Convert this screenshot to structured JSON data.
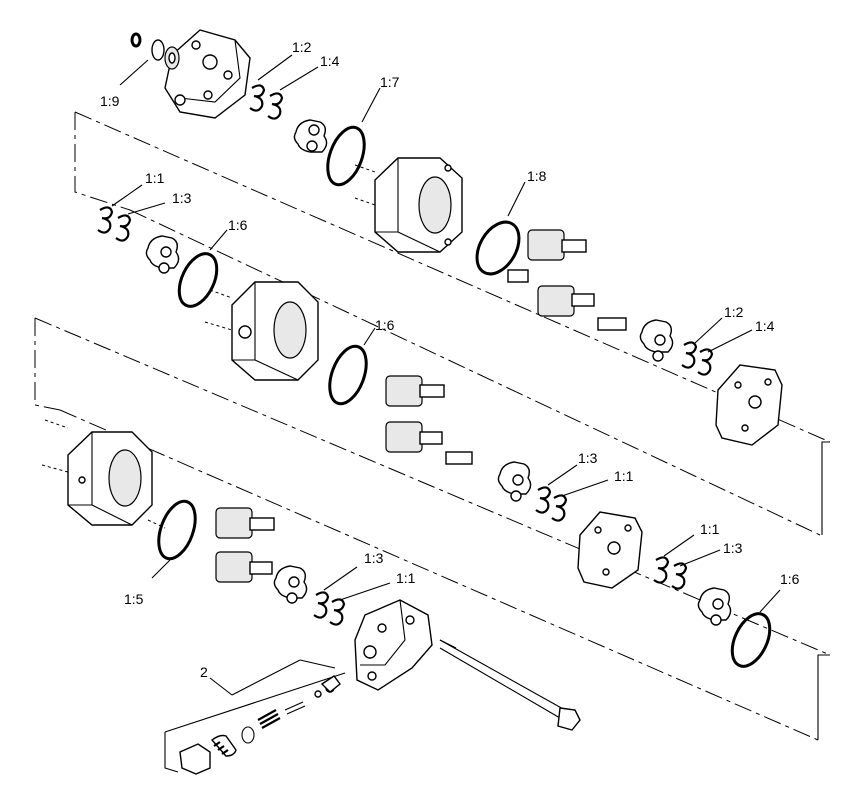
{
  "labels": {
    "c19": "1:9",
    "c12a": "1:2",
    "c14a": "1:4",
    "c17": "1:7",
    "c18": "1:8",
    "c11a": "1:1",
    "c13a": "1:3",
    "c16a": "1:6",
    "c16b": "1:6",
    "c12b": "1:2",
    "c14b": "1:4",
    "c13b": "1:3",
    "c11b": "1:1",
    "c11c": "1:1",
    "c13c": "1:3",
    "c15": "1:5",
    "c13d": "1:3",
    "c11d": "1:1",
    "c16c": "1:6",
    "c2": "2"
  }
}
